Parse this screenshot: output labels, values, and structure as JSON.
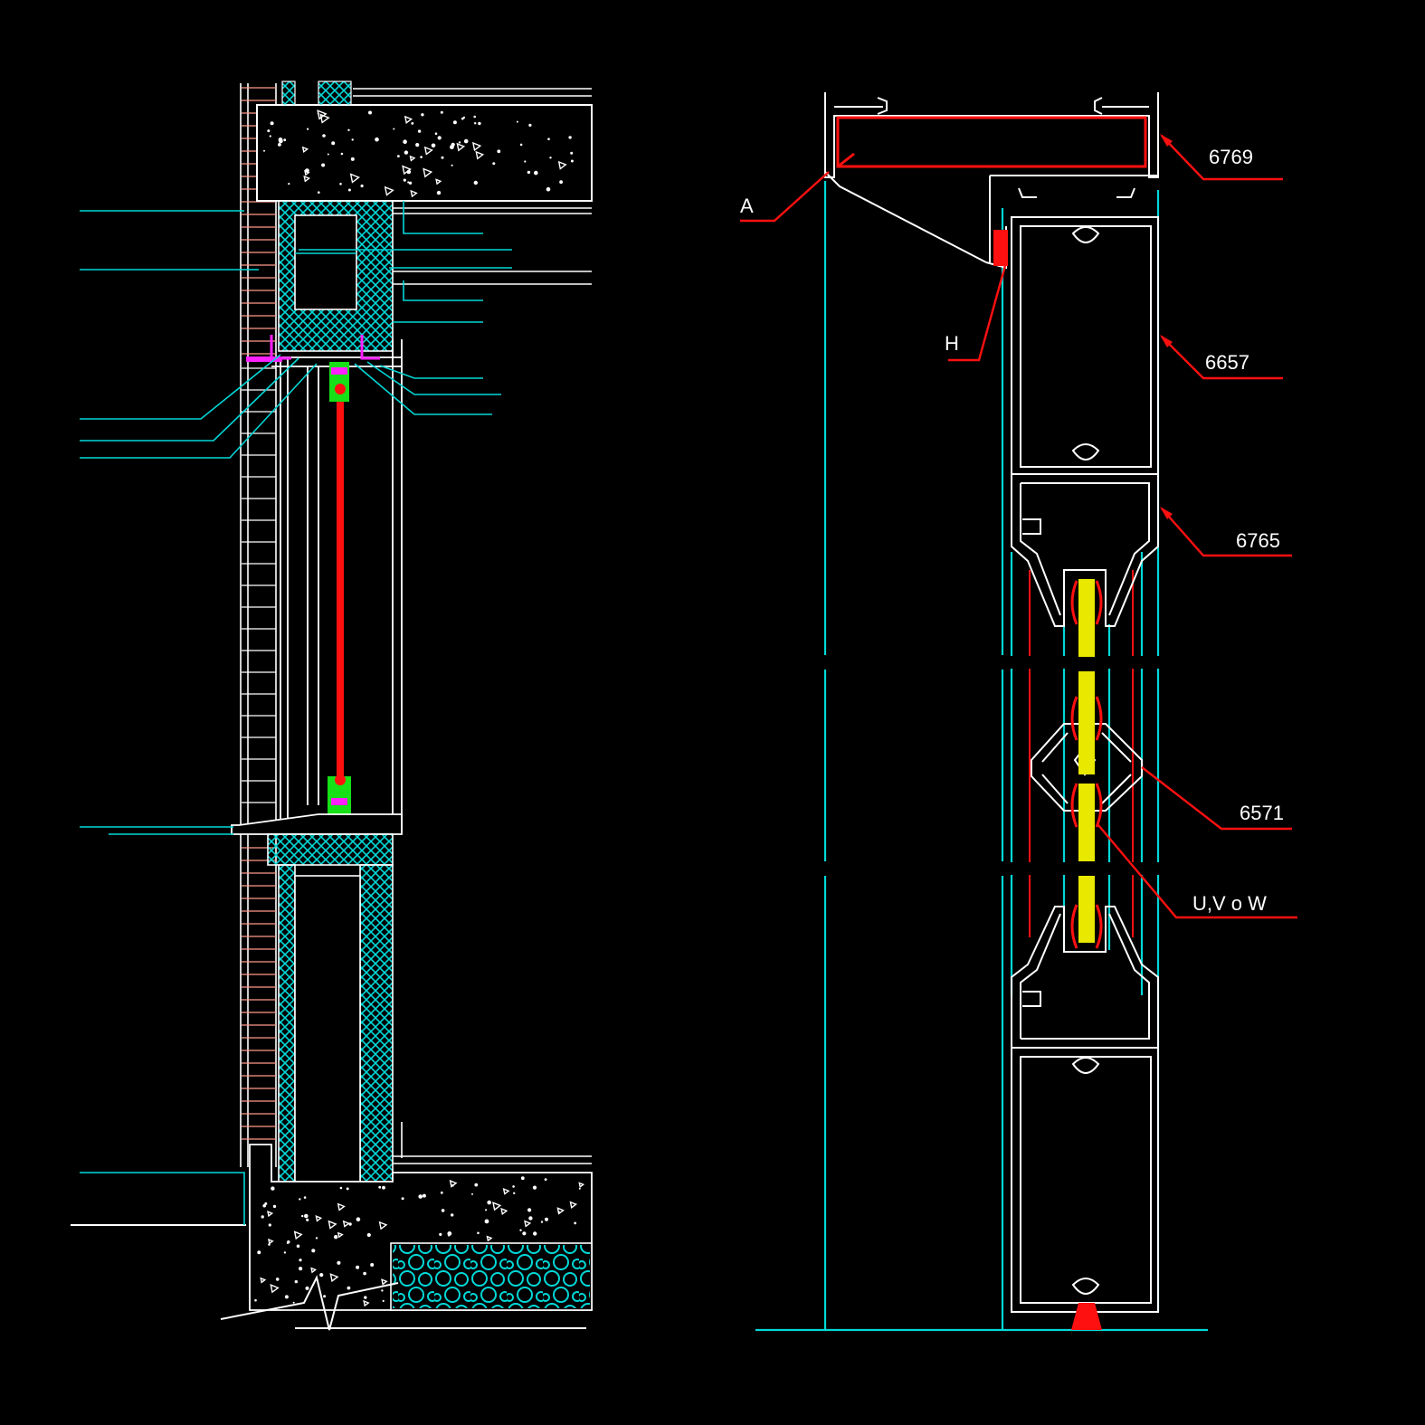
{
  "colors": {
    "background": "#000000",
    "line": "#ffffff",
    "cyan": "#00d8d8",
    "red": "#ff1010",
    "green": "#16e016",
    "magenta": "#ff20ff",
    "yellow": "#e8e800",
    "brick": "#ff9a8a"
  },
  "profile_labels": {
    "p6769": "6769",
    "a": "A",
    "h": "H",
    "p6657": "6657",
    "p6765": "6765",
    "p6571": "6571",
    "uvw": "U,V o W"
  }
}
